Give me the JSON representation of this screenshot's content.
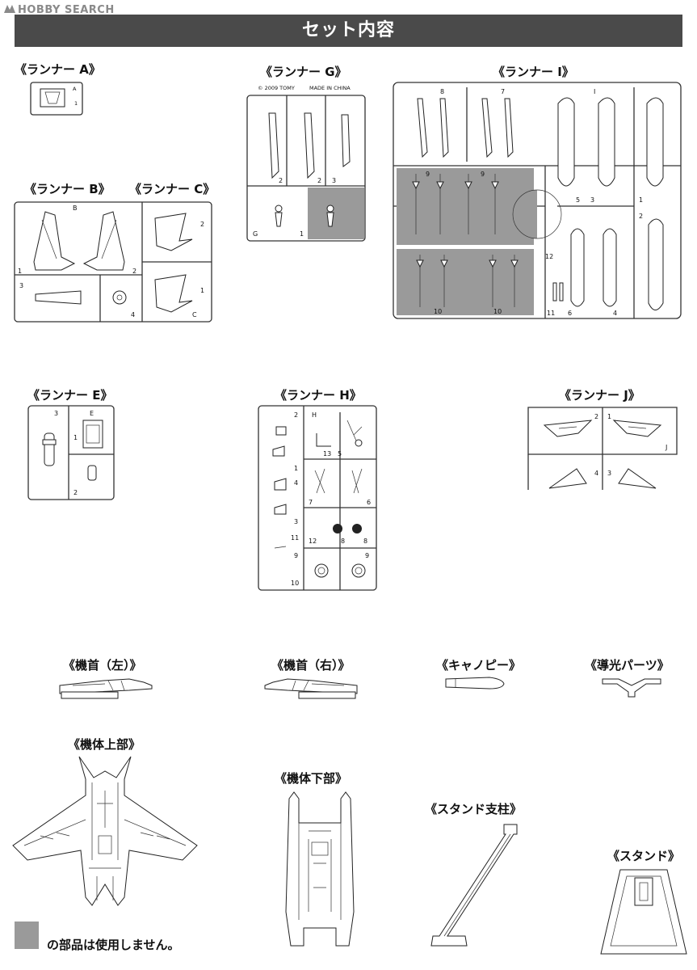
{
  "watermark": "HOBBY SEARCH",
  "title": "セット内容",
  "runners": {
    "a": "《ランナー A》",
    "g": "《ランナー G》",
    "i": "《ランナー Ⅰ》",
    "b": "《ランナー B》",
    "c": "《ランナー C》",
    "e": "《ランナー E》",
    "h": "《ランナー H》",
    "j": "《ランナー J》"
  },
  "runner_g_copyright": "© 2009 TOMY",
  "runner_g_made_in": "MADE IN CHINA",
  "parts": {
    "nose_left": "《機首（左）》",
    "nose_right": "《機首（右）》",
    "canopy": "《キャノピー》",
    "light_guide": "《導光パーツ》",
    "upper_body": "《機体上部》",
    "lower_body": "《機体下部》",
    "stand_post": "《スタンド支柱》",
    "stand": "《スタンド》"
  },
  "legend": "の部品は使用しません。"
}
